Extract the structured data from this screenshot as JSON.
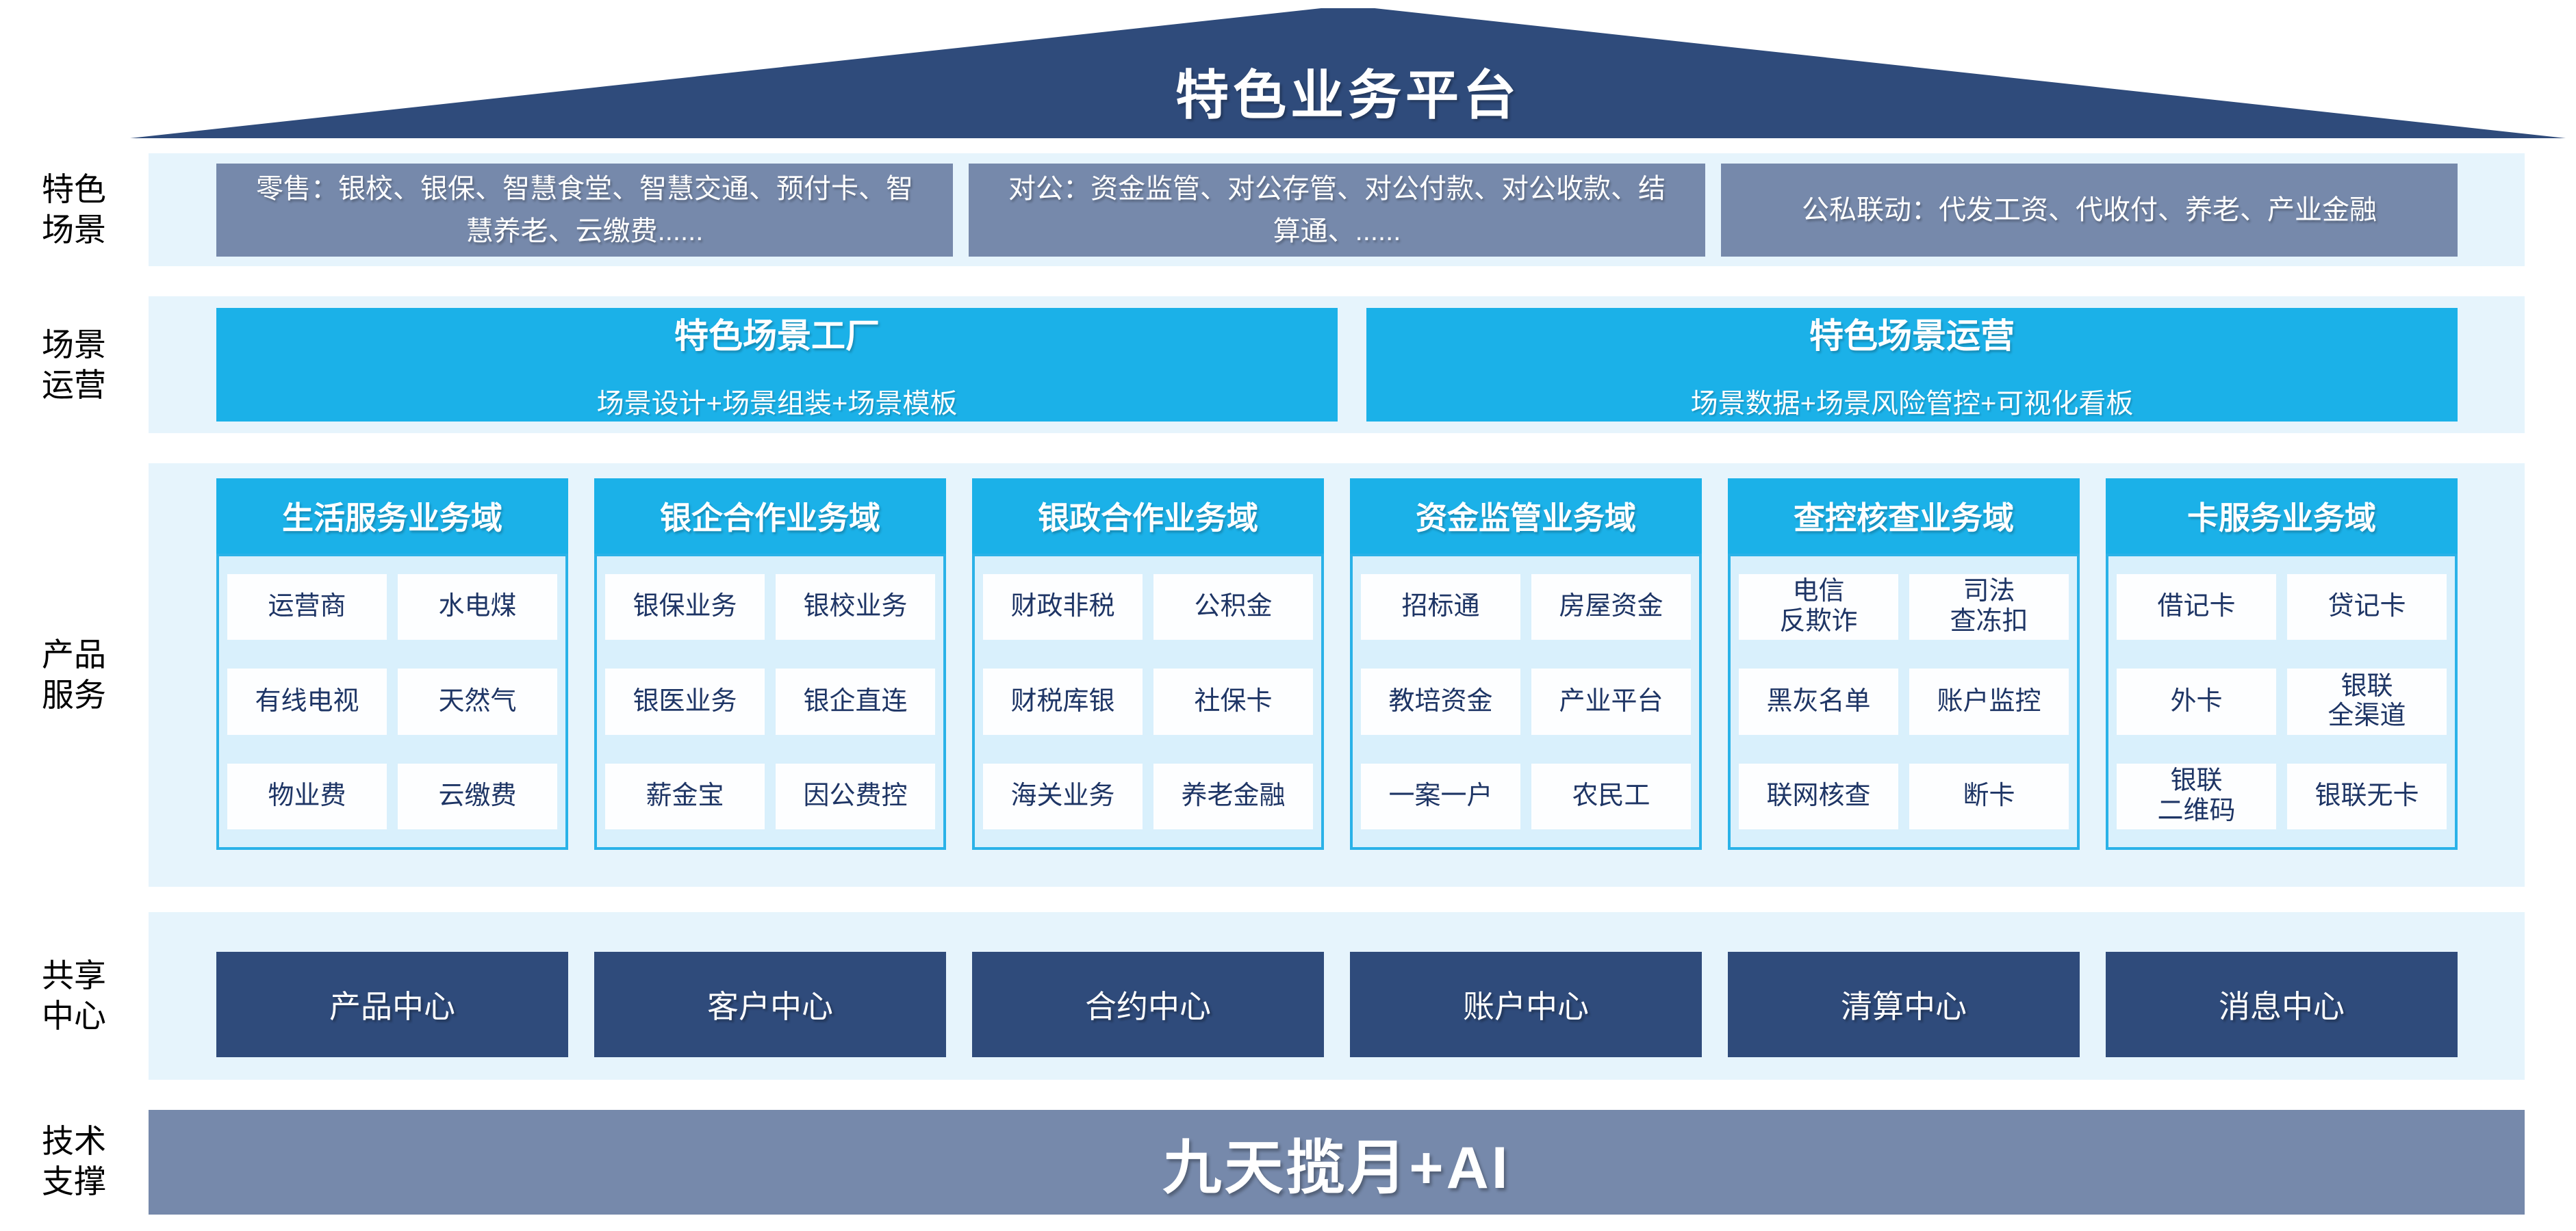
{
  "platform": {
    "title": "特色业务平台",
    "tech_support": "九天揽月+AI"
  },
  "row_labels": [
    "特色\n场景",
    "场景\n运营",
    "产品\n服务",
    "共享\n中心",
    "技术\n支撑"
  ],
  "scenario_boxes": [
    "零售：银校、银保、智慧食堂、智慧交通、预付卡、智慧养老、云缴费......",
    "对公：资金监管、对公存管、对公付款、对公收款、结算通、......",
    "公私联动：代发工资、代收付、养老、产业金融"
  ],
  "scenario_ops": [
    {
      "title": "特色场景工厂",
      "subtitle": "场景设计+场景组装+场景模板"
    },
    {
      "title": "特色场景运营",
      "subtitle": "场景数据+场景风险管控+可视化看板"
    }
  ],
  "domains": [
    {
      "title": "生活服务业务域",
      "cells": [
        "运营商",
        "水电煤",
        "有线电视",
        "天然气",
        "物业费",
        "云缴费"
      ]
    },
    {
      "title": "银企合作业务域",
      "cells": [
        "银保业务",
        "银校业务",
        "银医业务",
        "银企直连",
        "薪金宝",
        "因公费控"
      ]
    },
    {
      "title": "银政合作业务域",
      "cells": [
        "财政非税",
        "公积金",
        "财税库银",
        "社保卡",
        "海关业务",
        "养老金融"
      ]
    },
    {
      "title": "资金监管业务域",
      "cells": [
        "招标通",
        "房屋资金",
        "教培资金",
        "产业平台",
        "一案一户",
        "农民工"
      ]
    },
    {
      "title": "查控核查业务域",
      "cells": [
        "电信\n反欺诈",
        "司法\n查冻扣",
        "黑灰名单",
        "账户监控",
        "联网核查",
        "断卡"
      ]
    },
    {
      "title": "卡服务业务域",
      "cells": [
        "借记卡",
        "贷记卡",
        "外卡",
        "银联\n全渠道",
        "银联\n二维码",
        "银联无卡"
      ]
    }
  ],
  "shared_centers": [
    "产品中心",
    "客户中心",
    "合约中心",
    "账户中心",
    "清算中心",
    "消息中心"
  ],
  "colors": {
    "navy": "#2F4B7B",
    "slate_gray_blue": "#7689AB",
    "cyan": "#1BB1E8",
    "band_background": "#E6F4FC",
    "panel_background": "#D9F0FC",
    "cell_text": "#1E3565",
    "cell_background": "#FDFEFF"
  }
}
